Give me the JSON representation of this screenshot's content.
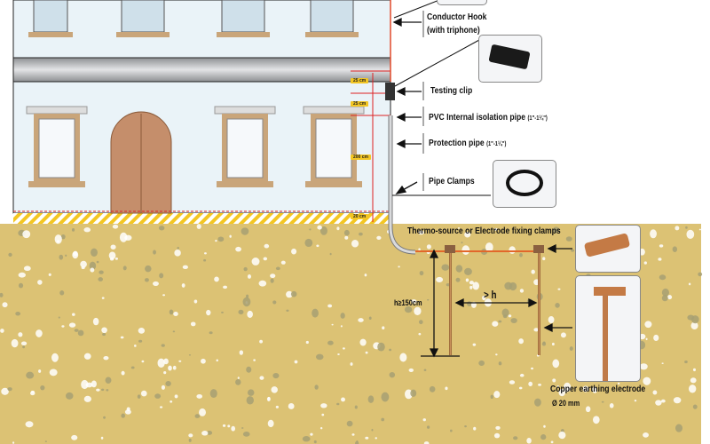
{
  "labels": {
    "conductor_hook": "Conductor Hook",
    "conductor_hook_sub": "(with triphone)",
    "testing_clip": "Testing clip",
    "pvc_pipe": "PVC Internal isolation pipe",
    "pvc_pipe_size": "(1\"-1¼\")",
    "protection_pipe": "Protection pipe",
    "protection_pipe_size": "(1\"-1¼\")",
    "pipe_clamps": "Pipe Clamps",
    "fixing_clamps": "Thermo-source or Electrode fixing clamps",
    "depth": "h≥150cm",
    "spacing": "> h",
    "electrode": "Copper earthing electrode",
    "electrode_size": "Ø 20 mm"
  },
  "dimensions": [
    "25 cm",
    "25 cm",
    "200 cm",
    "20 cm"
  ],
  "colors": {
    "soil": "#dcc274",
    "conductor": "#e24a2a",
    "wall": "#eaf3f8",
    "dim_label": "#f3c623"
  }
}
